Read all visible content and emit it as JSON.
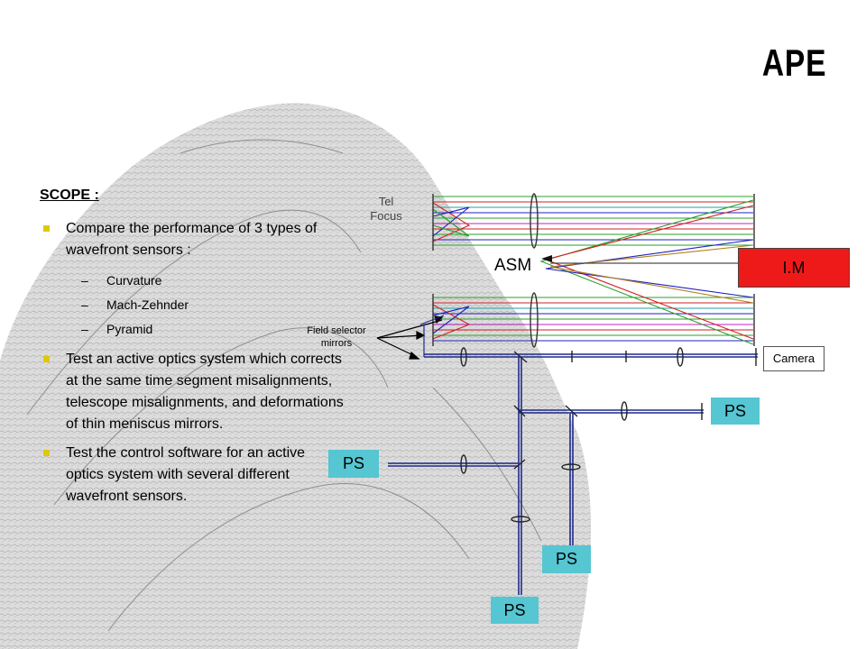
{
  "title": "APE",
  "scope_heading": "SCOPE :",
  "bullets": [
    {
      "text": "Compare the performance of 3 types of wavefront sensors :",
      "sub": [
        "Curvature",
        "Mach-Zehnder",
        "Pyramid"
      ]
    },
    {
      "text": "Test an active optics system which corrects at the same time segment misalignments, telescope misalignments, and deformations of thin meniscus mirrors.",
      "sub": []
    },
    {
      "text": "Test the control software for an active optics system with several different wavefront sensors.",
      "sub": []
    }
  ],
  "diagram": {
    "tel_focus_label": "Tel\nFocus",
    "asm_label": "ASM",
    "im_label": "I.M",
    "field_selector_label": "Field selector\nmirrors",
    "camera_label": "Camera",
    "ps_label": "PS",
    "colors": {
      "ps_box": "#55c6d2",
      "im_box": "#ee1a1a",
      "beam": "#1f2a8c",
      "bullet": "#e0c800"
    }
  }
}
